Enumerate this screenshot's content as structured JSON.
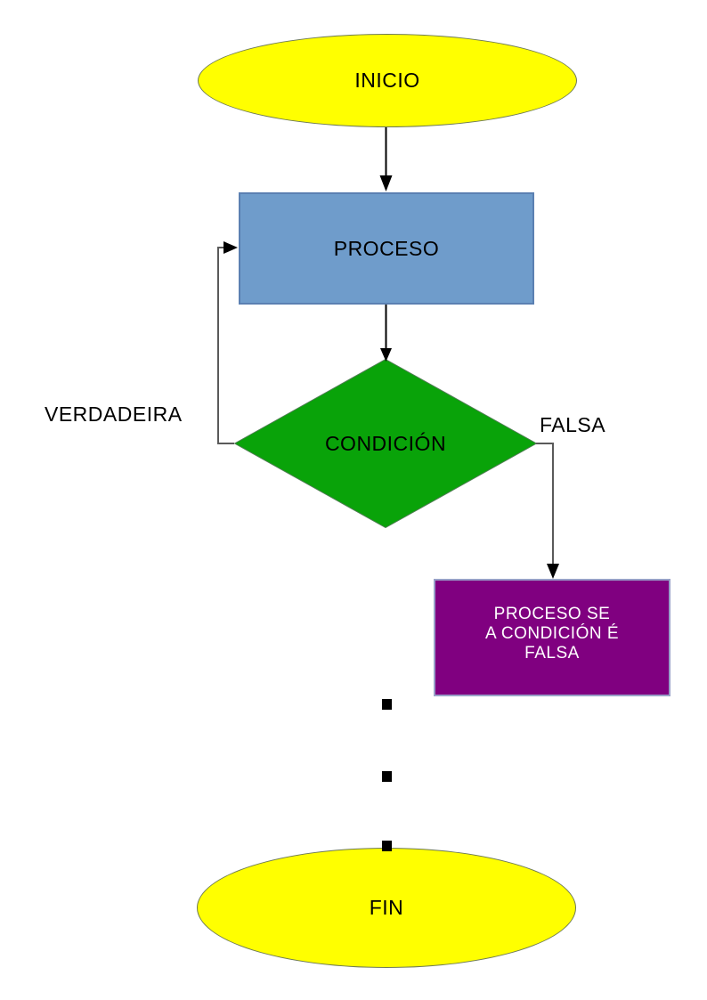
{
  "colors": {
    "background": "#FFFFFF",
    "start_fill": "#FFFF00",
    "process_fill": "#6F9CCB",
    "decision_fill": "#09A309",
    "false_process_fill": "#800080",
    "end_fill": "#FFFF00",
    "connector_main": "#000000",
    "connector_branch": "#5A5A5A",
    "arrowhead": "#000000",
    "dot": "#000000"
  },
  "nodes": {
    "start": {
      "label": "INICIO",
      "fill": "#FFFF00",
      "text_color": "#000000",
      "shape": "ellipse"
    },
    "process": {
      "label": "PROCESO",
      "fill": "#6F9CCB",
      "text_color": "#000000",
      "shape": "rectangle"
    },
    "decision": {
      "label": "CONDICIÓN",
      "fill": "#09A309",
      "text_color": "#000000",
      "shape": "diamond"
    },
    "false_process": {
      "lines": [
        "PROCESO SE",
        "A CONDICIÓN É",
        "FALSA"
      ],
      "fill": "#800080",
      "text_color": "#FFFFFF",
      "shape": "rectangle"
    },
    "end": {
      "label": "FIN",
      "fill": "#FFFF00",
      "text_color": "#000000",
      "shape": "ellipse"
    }
  },
  "edge_labels": {
    "true_branch": "VERDADEIRA",
    "false_branch": "FALSA"
  },
  "ellipsis": {
    "dot_count": 3
  }
}
